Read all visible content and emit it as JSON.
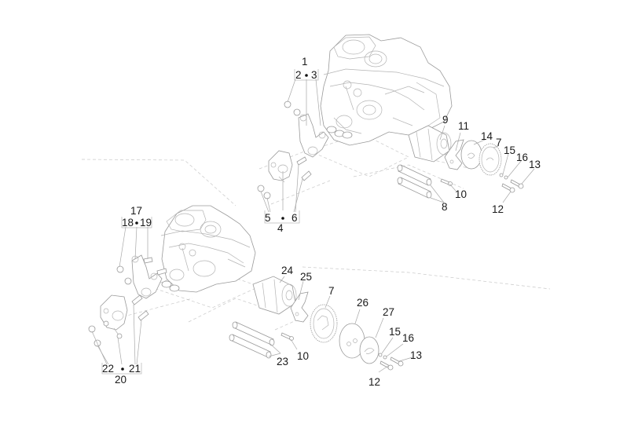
{
  "title": "Exploded view: cylinder head rocker arms and camshaft assembly",
  "assemblies": [
    {
      "name": "upper-head",
      "callouts": [
        {
          "id": "c1",
          "text": "1"
        },
        {
          "id": "c2",
          "text": "2"
        },
        {
          "id": "c3",
          "text": "3"
        },
        {
          "id": "c4",
          "text": "4"
        },
        {
          "id": "c5",
          "text": "5"
        },
        {
          "id": "c6",
          "text": "6"
        },
        {
          "id": "c7",
          "text": "7"
        },
        {
          "id": "c8",
          "text": "8"
        },
        {
          "id": "c9",
          "text": "9"
        },
        {
          "id": "c10",
          "text": "10"
        },
        {
          "id": "c11",
          "text": "11"
        },
        {
          "id": "c12",
          "text": "12"
        },
        {
          "id": "c13",
          "text": "13"
        },
        {
          "id": "c14",
          "text": "14"
        },
        {
          "id": "c15",
          "text": "15"
        },
        {
          "id": "c16",
          "text": "16"
        }
      ]
    },
    {
      "name": "lower-head",
      "callouts": [
        {
          "id": "c17",
          "text": "17"
        },
        {
          "id": "c18",
          "text": "18"
        },
        {
          "id": "c19",
          "text": "19"
        },
        {
          "id": "c20",
          "text": "20"
        },
        {
          "id": "c21",
          "text": "21"
        },
        {
          "id": "c22",
          "text": "22"
        },
        {
          "id": "c23",
          "text": "23"
        },
        {
          "id": "c24",
          "text": "24"
        },
        {
          "id": "c25",
          "text": "25"
        },
        {
          "id": "c7b",
          "text": "7"
        },
        {
          "id": "c26",
          "text": "26"
        },
        {
          "id": "c27",
          "text": "27"
        },
        {
          "id": "c15b",
          "text": "15"
        },
        {
          "id": "c16b",
          "text": "16"
        },
        {
          "id": "c13b",
          "text": "13"
        },
        {
          "id": "c10b",
          "text": "10"
        },
        {
          "id": "c12b",
          "text": "12"
        }
      ]
    }
  ],
  "kit_groups": [
    {
      "kit": "1",
      "members": [
        "2",
        "3"
      ]
    },
    {
      "kit": "4",
      "members": [
        "5",
        "6"
      ]
    },
    {
      "kit": "17",
      "members": [
        "18",
        "19"
      ]
    },
    {
      "kit": "20",
      "members": [
        "22",
        "21"
      ]
    }
  ],
  "colors": {
    "line_art": "#9a9a9a",
    "label": "#1a1a1a",
    "dashed": "#c8c8c8"
  }
}
